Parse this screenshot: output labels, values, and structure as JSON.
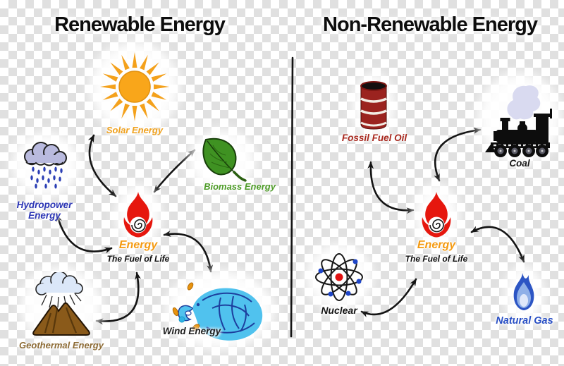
{
  "left_panel": {
    "title": "Renewable Energy",
    "center": {
      "label": "Energy",
      "sublabel": "The Fuel of Life"
    },
    "items": [
      {
        "id": "solar",
        "label": "Solar Energy"
      },
      {
        "id": "hydropower",
        "label": "Hydropower Energy"
      },
      {
        "id": "biomass",
        "label": "Biomass Energy"
      },
      {
        "id": "geothermal",
        "label": "Geothermal Energy"
      },
      {
        "id": "wind",
        "label": "Wind Energy"
      }
    ]
  },
  "right_panel": {
    "title": "Non-Renewable Energy",
    "center": {
      "label": "Energy",
      "sublabel": "The Fuel of Life"
    },
    "items": [
      {
        "id": "fossil_fuel_oil",
        "label": "Fossil Fuel Oil"
      },
      {
        "id": "coal",
        "label": "Coal"
      },
      {
        "id": "nuclear",
        "label": "Nuclear"
      },
      {
        "id": "natural_gas",
        "label": "Natural Gas"
      }
    ]
  },
  "colors": {
    "checker_gray": "#e0e0e0",
    "checker_white": "#ffffff",
    "title_text": "#0d0d0d",
    "arrow": "#141414",
    "sun_orange": "#f6a21c",
    "solar_label": "#f0a11d",
    "cloud_lavender": "#b9bade",
    "rain_blue": "#2b3fb5",
    "hydro_label": "#2b35b5",
    "leaf_green": "#3f9222",
    "biomass_label": "#4d9b27",
    "volcano_brown": "#8a5a1a",
    "geothermal_label": "#8d6b35",
    "wind_blue": "#50c2ee",
    "flame_red": "#e6170e",
    "energy_label": "#f49a11",
    "barrel_red": "#9b231f",
    "fossil_label": "#a8271d",
    "train_black": "#0d0d0d",
    "nuclear_red": "#e01010",
    "electron_blue": "#1f46c8",
    "gas_blue": "#2c55c4",
    "gas_label": "#2a50c5"
  }
}
